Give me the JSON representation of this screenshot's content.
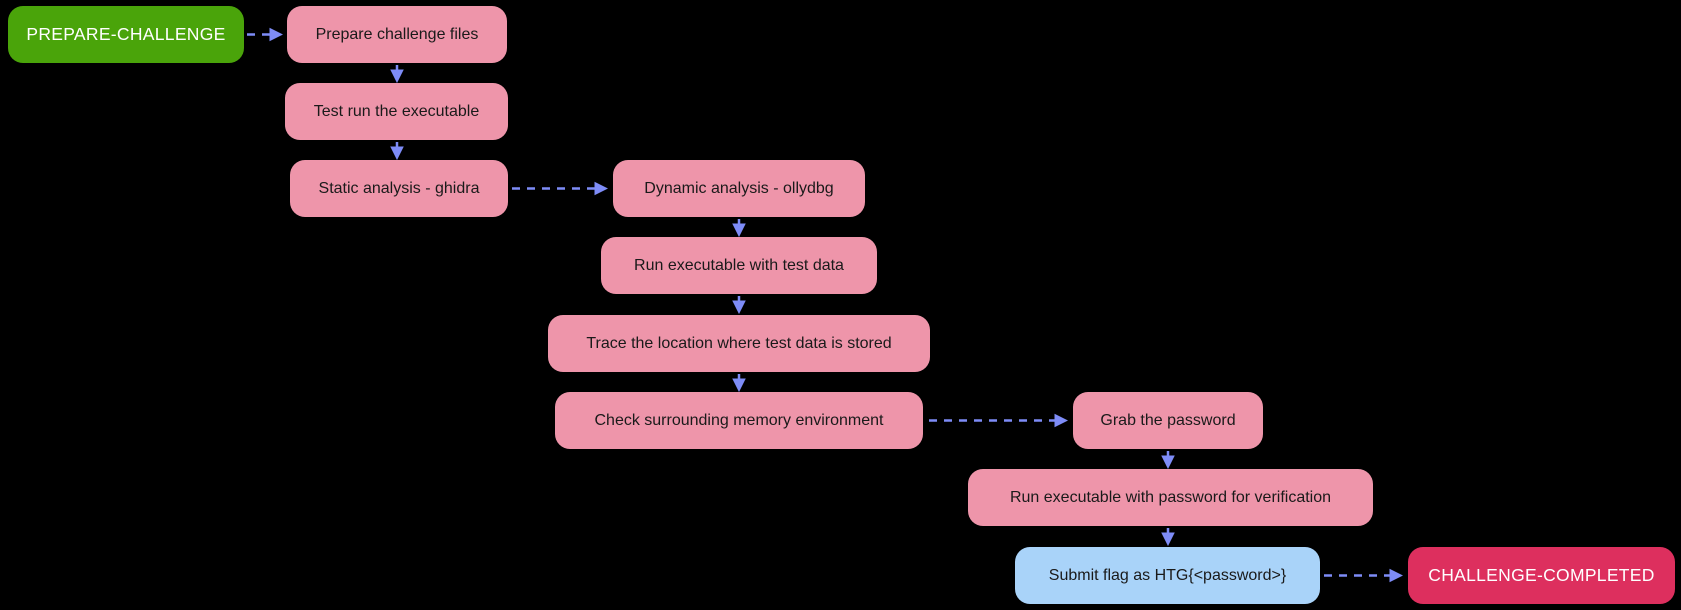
{
  "colors": {
    "background": "#000000",
    "start_fill": "#4aa40a",
    "process_fill": "#ee95aa",
    "submit_fill": "#a9d3f9",
    "end_fill": "#dd2f5e",
    "process_text": "#1a1a1a",
    "terminal_text": "#ffffff",
    "arrow": "#7e8cf7"
  },
  "diagram": {
    "type": "flowchart",
    "nodes": [
      {
        "id": "prepare-challenge",
        "label": "PREPARE-CHALLENGE",
        "kind": "start"
      },
      {
        "id": "prepare-challenge-files",
        "label": "Prepare challenge files",
        "kind": "process"
      },
      {
        "id": "test-run-executable",
        "label": "Test run the executable",
        "kind": "process"
      },
      {
        "id": "static-analysis-ghidra",
        "label": "Static analysis - ghidra",
        "kind": "process"
      },
      {
        "id": "dynamic-analysis-ollydbg",
        "label": "Dynamic analysis - ollydbg",
        "kind": "process"
      },
      {
        "id": "run-executable-test-data",
        "label": "Run executable with test data",
        "kind": "process"
      },
      {
        "id": "trace-test-data-location",
        "label": "Trace the location where test data is stored",
        "kind": "process"
      },
      {
        "id": "check-memory-environment",
        "label": "Check surrounding memory environment",
        "kind": "process"
      },
      {
        "id": "grab-password",
        "label": "Grab the password",
        "kind": "process"
      },
      {
        "id": "run-executable-password",
        "label": "Run executable with password for verification",
        "kind": "process"
      },
      {
        "id": "submit-flag",
        "label": "Submit flag as HTG{<password>}",
        "kind": "submit"
      },
      {
        "id": "challenge-completed",
        "label": "CHALLENGE-COMPLETED",
        "kind": "end"
      }
    ],
    "edges": [
      {
        "from": "prepare-challenge",
        "to": "prepare-challenge-files",
        "style": "dashed"
      },
      {
        "from": "prepare-challenge-files",
        "to": "test-run-executable",
        "style": "solid"
      },
      {
        "from": "test-run-executable",
        "to": "static-analysis-ghidra",
        "style": "solid"
      },
      {
        "from": "static-analysis-ghidra",
        "to": "dynamic-analysis-ollydbg",
        "style": "dashed"
      },
      {
        "from": "dynamic-analysis-ollydbg",
        "to": "run-executable-test-data",
        "style": "solid"
      },
      {
        "from": "run-executable-test-data",
        "to": "trace-test-data-location",
        "style": "solid"
      },
      {
        "from": "trace-test-data-location",
        "to": "check-memory-environment",
        "style": "solid"
      },
      {
        "from": "check-memory-environment",
        "to": "grab-password",
        "style": "dashed"
      },
      {
        "from": "grab-password",
        "to": "run-executable-password",
        "style": "solid"
      },
      {
        "from": "run-executable-password",
        "to": "submit-flag",
        "style": "solid"
      },
      {
        "from": "submit-flag",
        "to": "challenge-completed",
        "style": "dashed"
      }
    ]
  }
}
